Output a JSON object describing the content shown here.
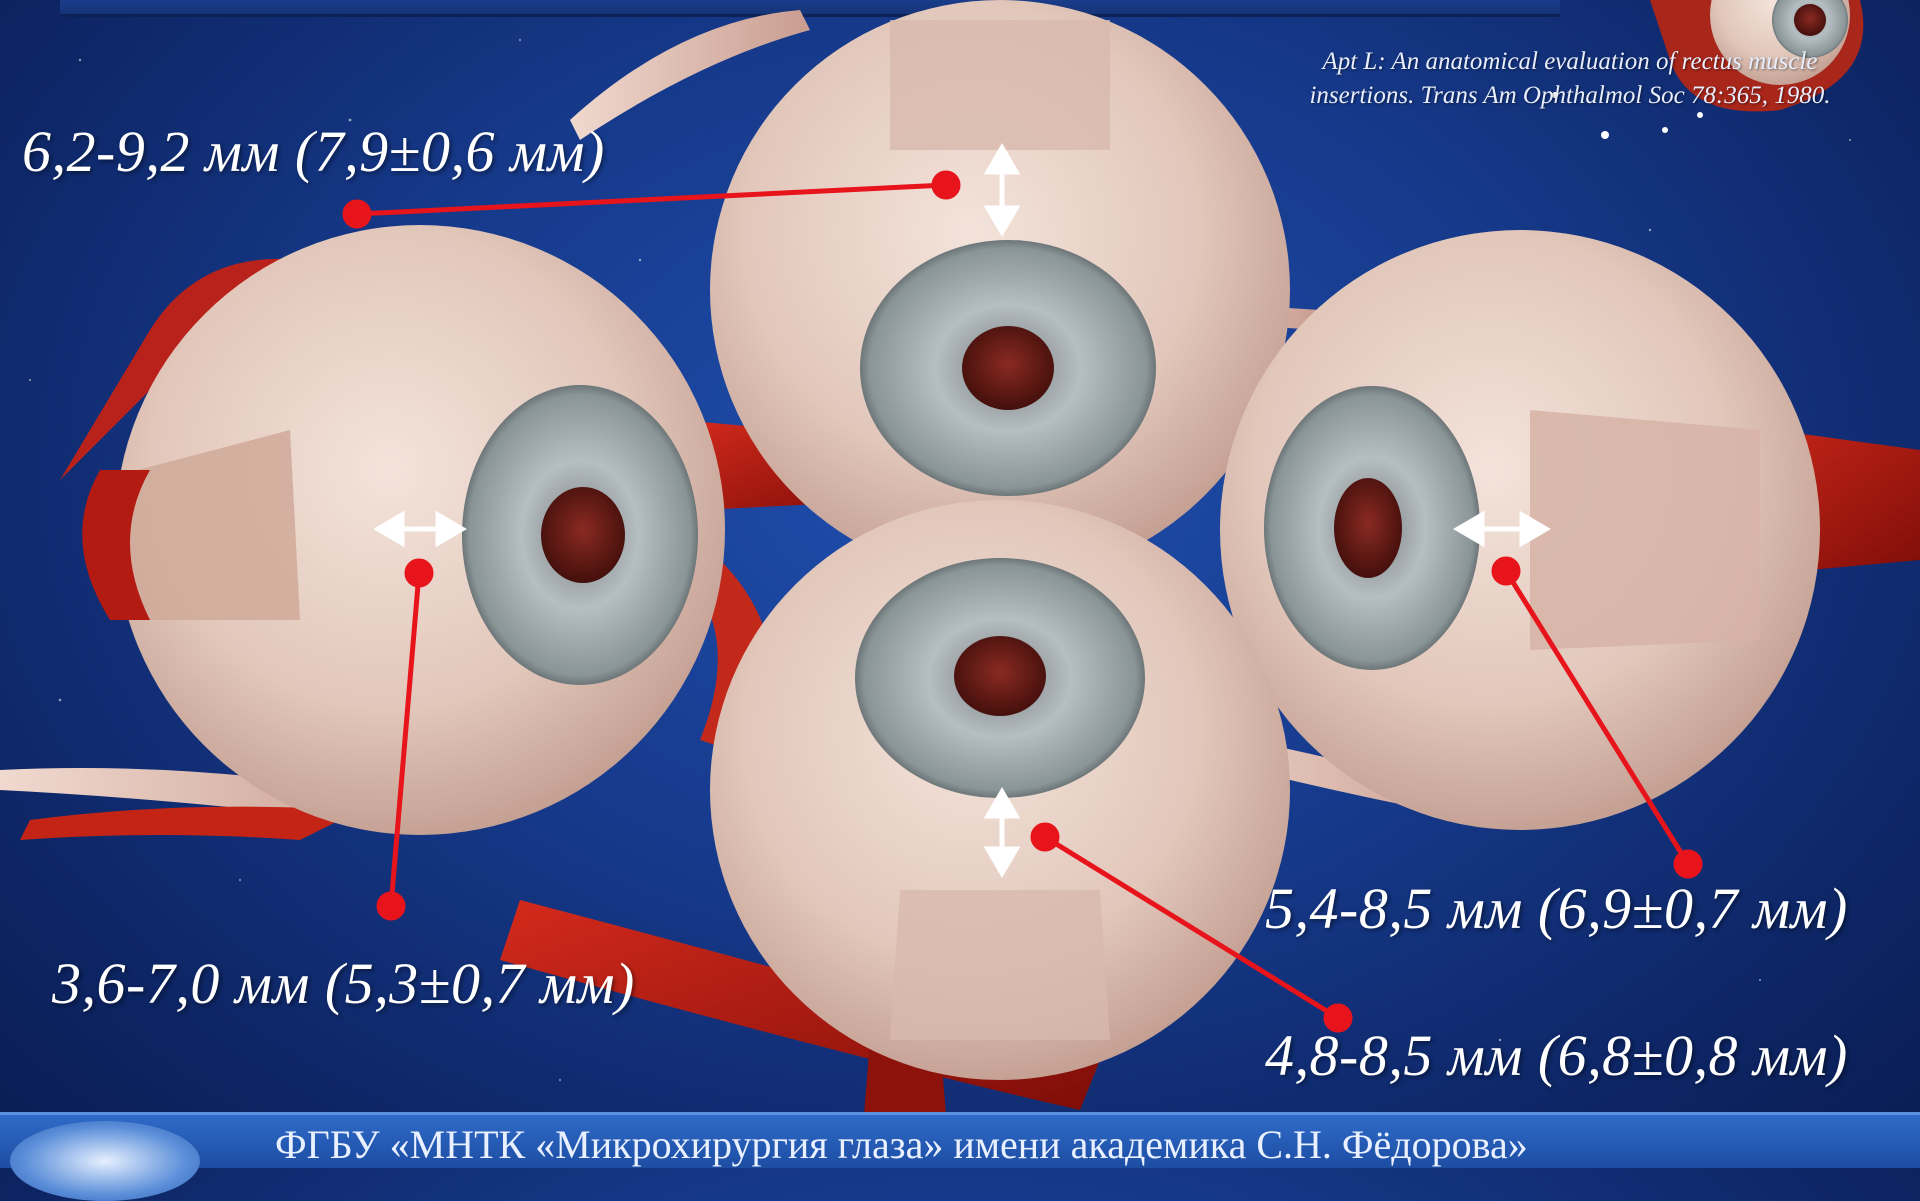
{
  "measurements": {
    "superior": "6,2-9,2 мм (7,9±0,6 мм)",
    "medial": "3,6-7,0 мм (5,3±0,7 мм)",
    "lateral": "5,4-8,5 мм (6,9±0,7 мм)",
    "inferior": "4,8-8,5 мм (6,8±0,8 мм)"
  },
  "citation": {
    "line1": "Apt L: An anatomical evaluation of rectus muscle",
    "line2": "insertions. Trans Am Ophthalmol Soc 78:365, 1980."
  },
  "footer": {
    "text": "ФГБУ «МНТК «Микрохирургия глаза» имени академика С.Н. Фёдорова»"
  },
  "colors": {
    "background": "#16398a",
    "leader_line": "#e8141c",
    "arrow": "#ffffff",
    "muscle": "#b31a12",
    "sclera": "#e8d2c8",
    "iris": "#9fa9ad"
  },
  "icons": [
    "double-arrow-vertical-icon",
    "double-arrow-horizontal-icon",
    "leader-dot-icon",
    "eyeball-icon"
  ]
}
